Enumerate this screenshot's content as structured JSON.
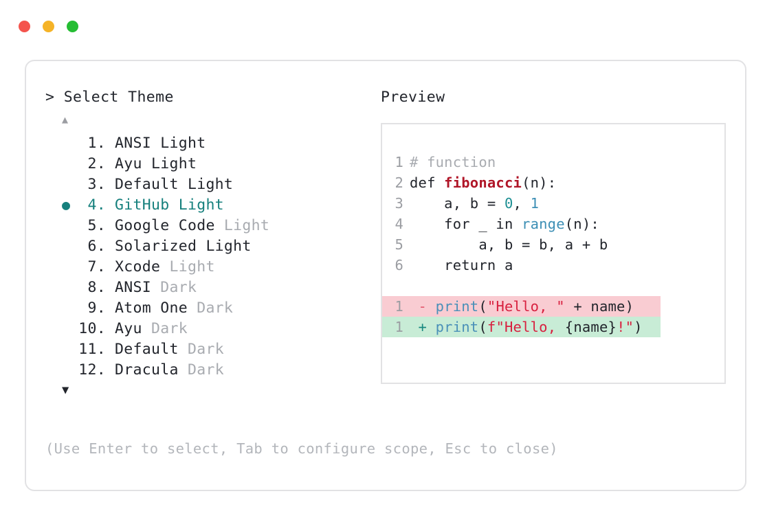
{
  "titlebar": {
    "dots": [
      {
        "name": "close-dot",
        "color": "#f4544d"
      },
      {
        "name": "minimize-dot",
        "color": "#f5b327"
      },
      {
        "name": "maximize-dot",
        "color": "#25bd33"
      }
    ]
  },
  "picker": {
    "prompt": "> Select Theme",
    "scroll_up": "▲",
    "scroll_down": "▼",
    "selected_index": 4,
    "bullet": "●",
    "items": [
      {
        "num": "1.",
        "name": "ANSI Light",
        "variant": "",
        "selected": false
      },
      {
        "num": "2.",
        "name": "Ayu Light",
        "variant": "",
        "selected": false
      },
      {
        "num": "3.",
        "name": "Default Light",
        "variant": "",
        "selected": false
      },
      {
        "num": "4.",
        "name": "GitHub Light",
        "variant": "",
        "selected": true
      },
      {
        "num": "5.",
        "name": "Google Code",
        "variant": "Light",
        "selected": false
      },
      {
        "num": "6.",
        "name": "Solarized Light",
        "variant": "",
        "selected": false
      },
      {
        "num": "7.",
        "name": "Xcode",
        "variant": "Light",
        "selected": false
      },
      {
        "num": "8.",
        "name": "ANSI",
        "variant": "Dark",
        "selected": false
      },
      {
        "num": "9.",
        "name": "Atom One",
        "variant": "Dark",
        "selected": false
      },
      {
        "num": "10.",
        "name": "Ayu",
        "variant": "Dark",
        "selected": false
      },
      {
        "num": "11.",
        "name": "Default",
        "variant": "Dark",
        "selected": false
      },
      {
        "num": "12.",
        "name": "Dracula",
        "variant": "Dark",
        "selected": false
      }
    ]
  },
  "preview": {
    "title": "Preview",
    "code_lines": [
      {
        "num": "1",
        "tokens": [
          {
            "t": "# function",
            "c": "tok-comment"
          }
        ]
      },
      {
        "num": "2",
        "tokens": [
          {
            "t": "def ",
            "c": "tok-keyword"
          },
          {
            "t": "fibonacci",
            "c": "tok-func"
          },
          {
            "t": "(n):",
            "c": "tok-plain"
          }
        ]
      },
      {
        "num": "3",
        "tokens": [
          {
            "t": "    a, b = ",
            "c": "tok-plain"
          },
          {
            "t": "0",
            "c": "tok-number"
          },
          {
            "t": ", ",
            "c": "tok-plain"
          },
          {
            "t": "1",
            "c": "tok-number2"
          }
        ]
      },
      {
        "num": "4",
        "tokens": [
          {
            "t": "    for _ in ",
            "c": "tok-plain"
          },
          {
            "t": "range",
            "c": "tok-builtin"
          },
          {
            "t": "(n):",
            "c": "tok-plain"
          }
        ]
      },
      {
        "num": "5",
        "tokens": [
          {
            "t": "        a, b = b, a + b",
            "c": "tok-plain"
          }
        ]
      },
      {
        "num": "6",
        "tokens": [
          {
            "t": "    return a",
            "c": "tok-plain"
          }
        ]
      }
    ],
    "diff_lines": [
      {
        "num": "1",
        "sign": "-",
        "kind": "del",
        "tokens": [
          {
            "t": "print",
            "c": "tok-print"
          },
          {
            "t": "(",
            "c": "tok-plain"
          },
          {
            "t": "\"Hello, \"",
            "c": "tok-string"
          },
          {
            "t": " + name)",
            "c": "tok-plain"
          }
        ]
      },
      {
        "num": "1",
        "sign": "+",
        "kind": "add",
        "tokens": [
          {
            "t": "print",
            "c": "tok-print"
          },
          {
            "t": "(",
            "c": "tok-plain"
          },
          {
            "t": "f\"Hello, ",
            "c": "tok-string"
          },
          {
            "t": "{name}",
            "c": "tok-plain"
          },
          {
            "t": "!\"",
            "c": "tok-string"
          },
          {
            "t": ")",
            "c": "tok-plain"
          }
        ]
      }
    ]
  },
  "footer": {
    "hint": "(Use Enter to select, Tab to configure scope, Esc to close)"
  },
  "colors": {
    "accent_teal": "#16807d",
    "border": "#e2e2e4",
    "text": "#22252c",
    "muted": "#a8abb0",
    "diff_del_bg": "#f9ccd2",
    "diff_add_bg": "#c8ecd6"
  }
}
